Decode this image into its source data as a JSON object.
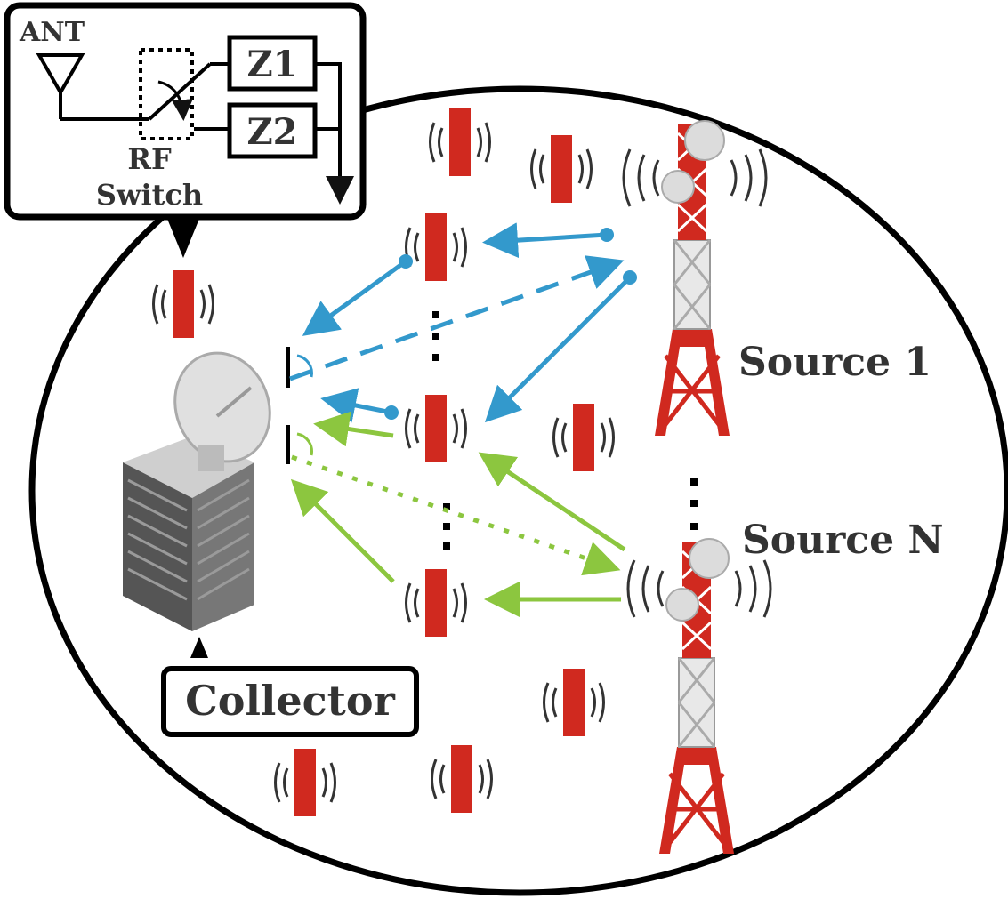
{
  "inset": {
    "antenna_label": "ANT",
    "switch_label_line1": "RF",
    "switch_label_line2": "Switch",
    "impedance1": "Z1",
    "impedance2": "Z2"
  },
  "labels": {
    "source1": "Source 1",
    "sourceN": "Source N",
    "collector": "Collector"
  },
  "colors": {
    "tag": "#d0291f",
    "blue": "#3399cc",
    "green": "#8cc63f",
    "tower_red": "#d0291f",
    "tower_white": "#e8e8e8"
  }
}
